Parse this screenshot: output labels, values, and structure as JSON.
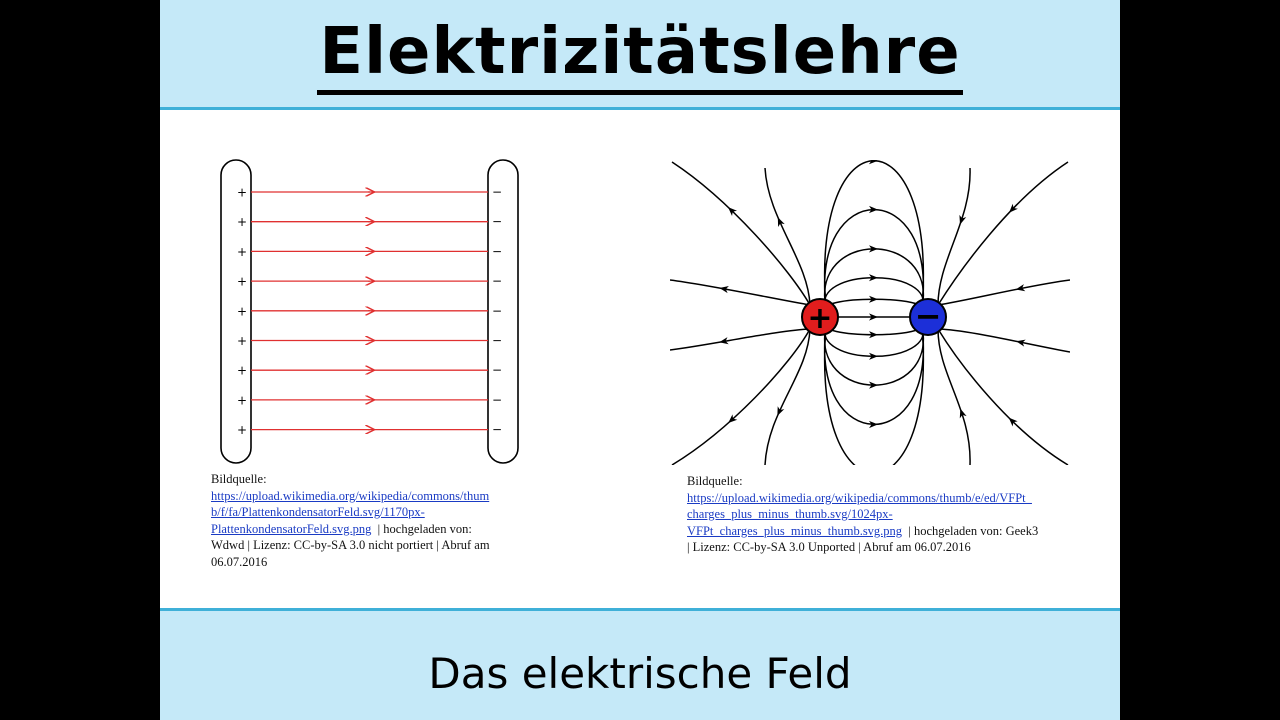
{
  "header": {
    "title": "Elektrizitätslehre"
  },
  "footer": {
    "subtitle": "Das elektrische Feld"
  },
  "capacitor_figure": {
    "plus_symbol": "+",
    "minus_symbol": "−",
    "field_line_count": 9,
    "field_line_color": "#e03030",
    "plate_color": "#000000"
  },
  "dipole_figure": {
    "positive_charge": {
      "symbol": "+",
      "color": "#e11d1d"
    },
    "negative_charge": {
      "symbol": "−",
      "color": "#1c2fd8"
    },
    "field_line_color": "#000000"
  },
  "credit_left": {
    "label": "Bildquelle:",
    "url_lines": [
      "https://upload.wikimedia.org/wikipedia/commons/thum",
      "b/f/fa/PlattenkondensatorFeld.svg/1170px-",
      "PlattenkondensatorFeld.svg.png"
    ],
    "after_url": "| hochgeladen von:",
    "lines": [
      "Wdwd | Lizenz: CC-by-SA 3.0 nicht portiert | Abruf am",
      "06.07.2016"
    ]
  },
  "credit_right": {
    "label": "Bildquelle:",
    "url_lines": [
      "https://upload.wikimedia.org/wikipedia/commons/thumb/e/ed/VFPt_",
      "charges_plus_minus_thumb.svg/1024px-",
      "VFPt_charges_plus_minus_thumb.svg.png"
    ],
    "after_url": "| hochgeladen von: Geek3",
    "lines": [
      "| Lizenz: CC-by-SA 3.0 Unported | Abruf am 06.07.2016"
    ]
  },
  "colors": {
    "band": "#c5e9f8",
    "band_border": "#3fb0d8",
    "link": "#1a3bc4"
  }
}
